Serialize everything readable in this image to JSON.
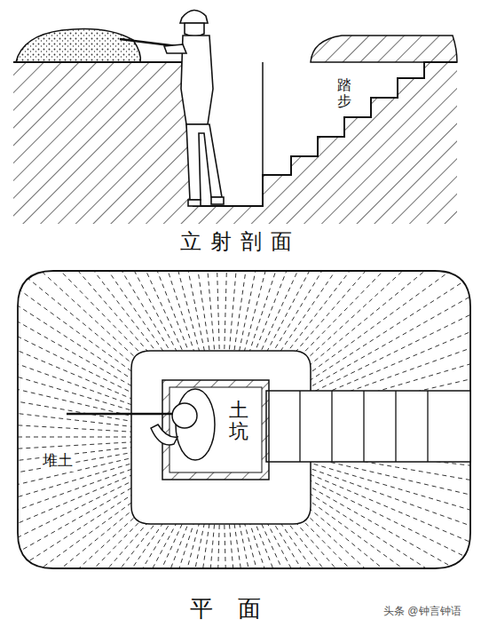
{
  "diagram": {
    "labels": [
      "踏步",
      "立射剖面",
      "土坑",
      "堆土",
      "平面",
      "头条 @钟言钟语"
    ]
  }
}
